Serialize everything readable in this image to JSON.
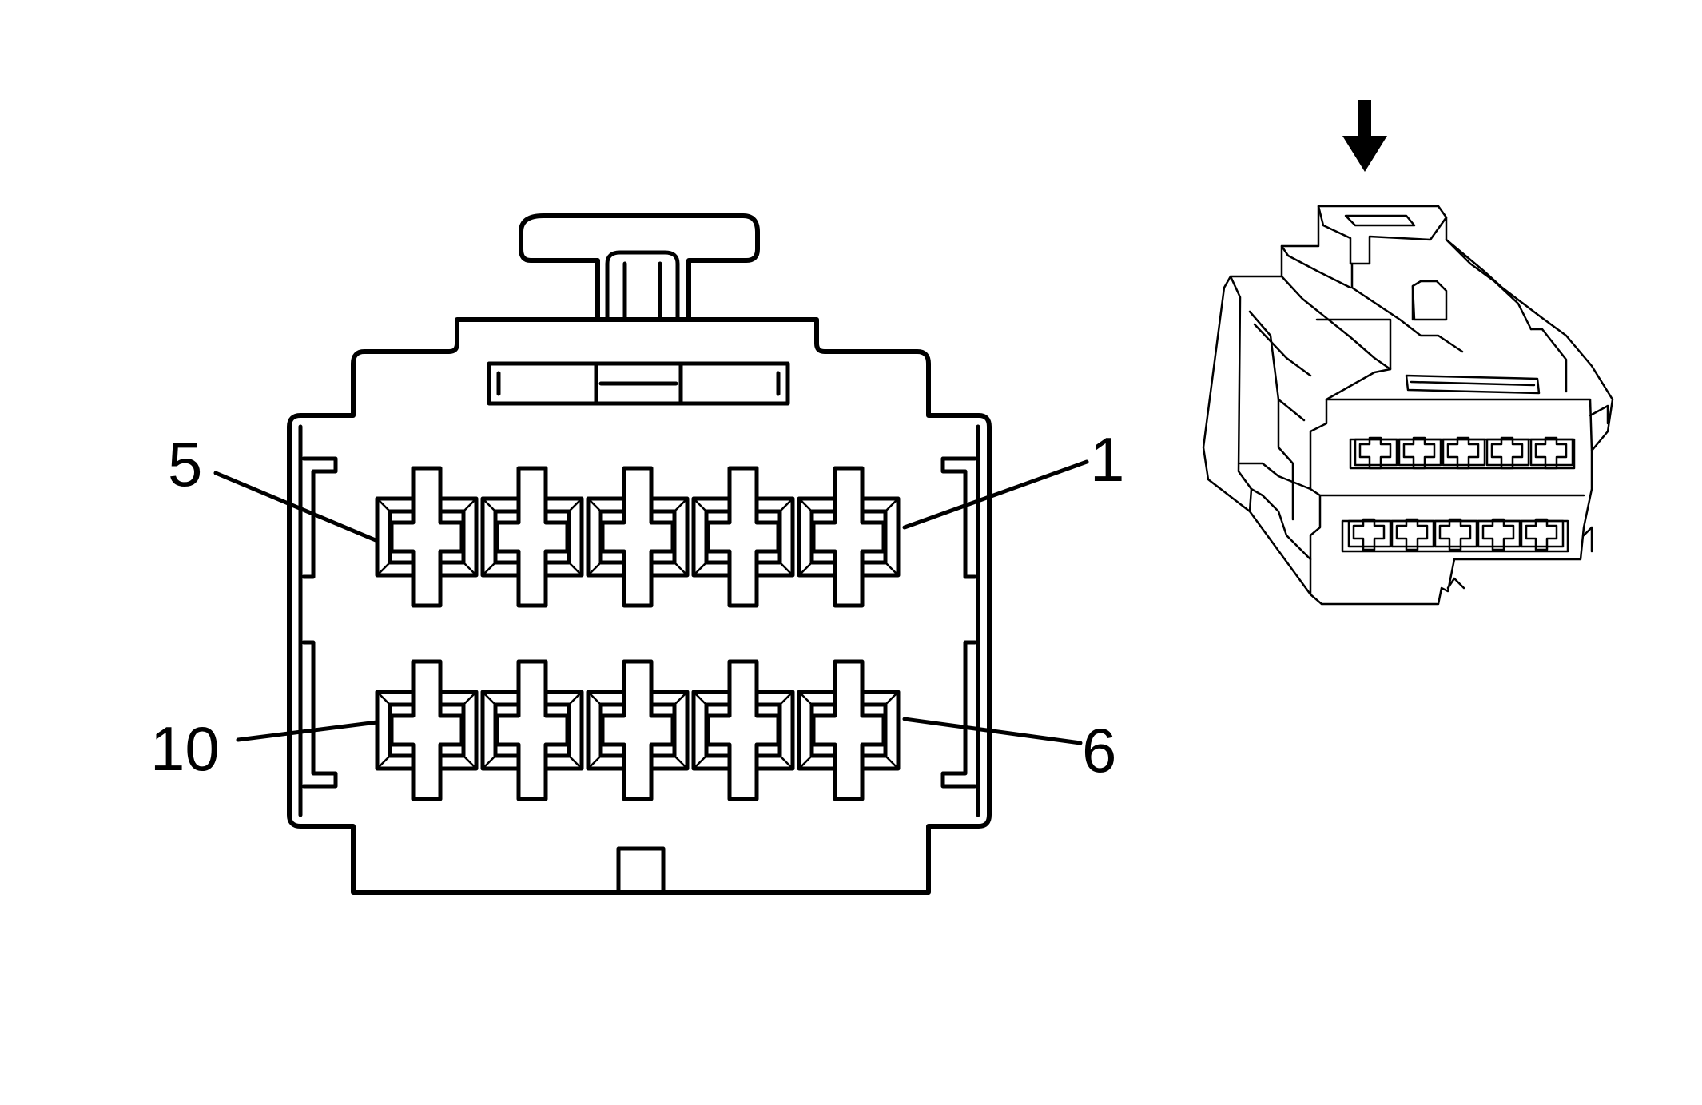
{
  "pin_labels": {
    "pin_1": "1",
    "pin_5": "5",
    "pin_6": "6",
    "pin_10": "10"
  },
  "connector": {
    "rows": 2,
    "cavities_per_row": 5,
    "cavity_count": 10
  },
  "icons": {
    "view_direction": "arrow-down-icon"
  },
  "colors": {
    "line": "#000000",
    "background": "#ffffff"
  }
}
